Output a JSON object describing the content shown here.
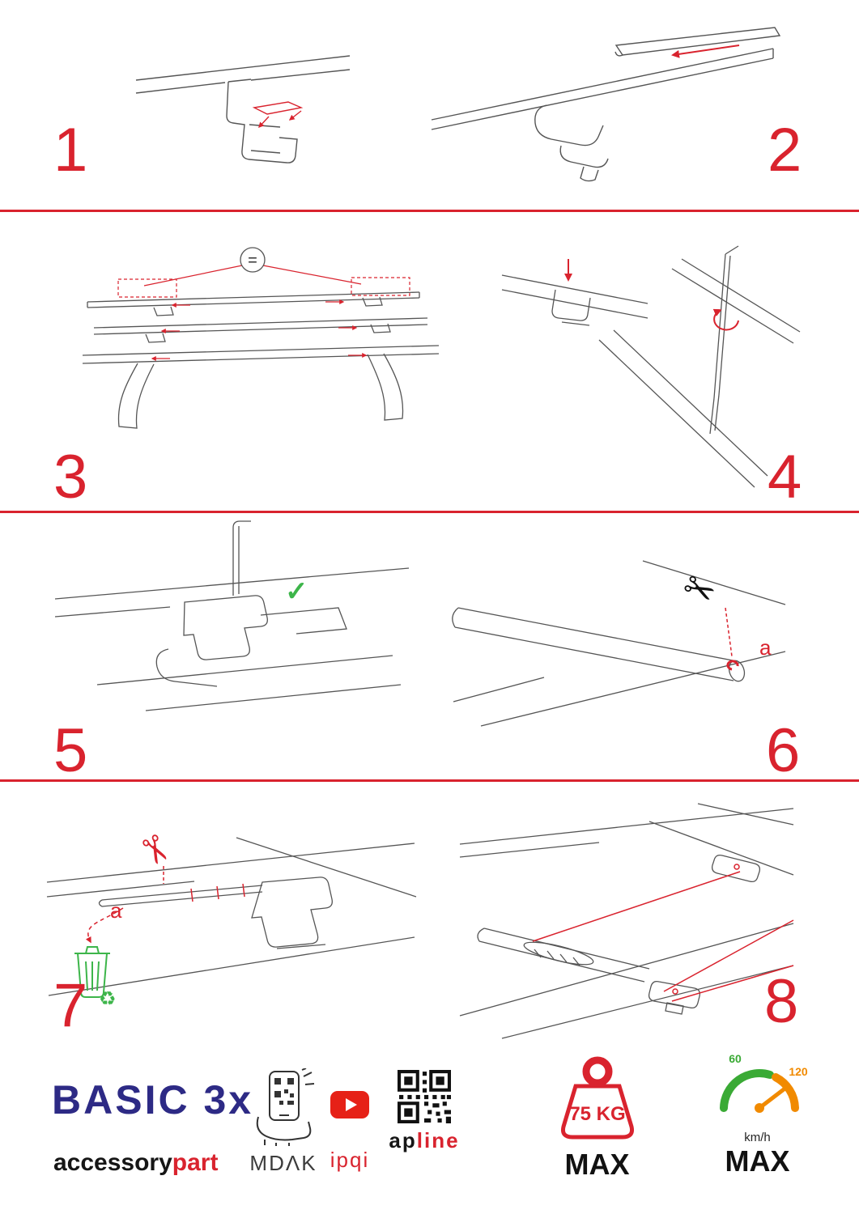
{
  "colors": {
    "accent_red": "#d9232e",
    "brand_blue": "#2d2a85",
    "check_green": "#3db54a",
    "gauge_green": "#3aaa35",
    "gauge_orange": "#f18a00",
    "line_gray": "#555555"
  },
  "steps": [
    {
      "number": "1"
    },
    {
      "number": "2"
    },
    {
      "number": "3",
      "equal_sign": "="
    },
    {
      "number": "4"
    },
    {
      "number": "5"
    },
    {
      "number": "6",
      "cut_label": "a"
    },
    {
      "number": "7",
      "cut_label": "a"
    },
    {
      "number": "8"
    }
  ],
  "icons": {
    "check": "✓",
    "scissors": "✂",
    "recycle": "♻"
  },
  "footer": {
    "brand_title": "BASIC 3x",
    "brand_sub_black": "accessory",
    "brand_sub_red": "part",
    "partner_mdak": "MDΛK",
    "partner_ipqi": "ipqi",
    "partner_apline_black": "ap",
    "partner_apline_red": "line",
    "weight_value": "75 KG",
    "weight_max_label": "MAX",
    "speed_low": "60",
    "speed_high": "120",
    "speed_unit": "km/h",
    "speed_max_label": "MAX"
  }
}
